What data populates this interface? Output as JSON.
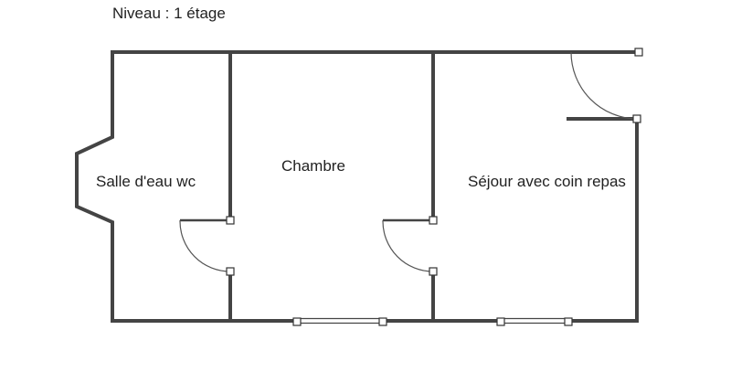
{
  "header": {
    "level_label": "Niveau : 1 étage"
  },
  "rooms": [
    {
      "id": "salle-d-eau",
      "label": "Salle d'eau wc"
    },
    {
      "id": "chambre",
      "label": "Chambre"
    },
    {
      "id": "sejour",
      "label": "Séjour avec coin repas"
    }
  ],
  "colors": {
    "wall": "#444444",
    "background": "#ffffff",
    "text": "#222222"
  }
}
